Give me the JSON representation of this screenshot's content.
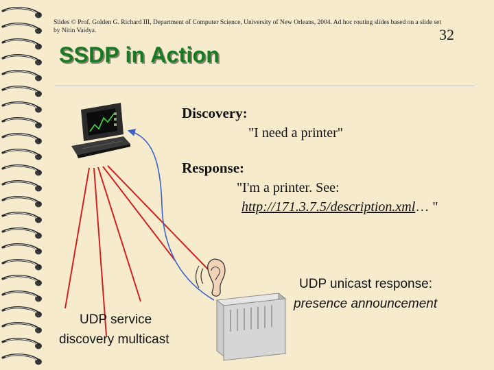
{
  "slide": {
    "credit_line_1": "Slides © Prof. Golden G. Richard III, Department of Computer Science, University of New Orleans, 2004. Ad hoc routing slides based on a slide set",
    "credit_line_2": "by Nitin Vaidya.",
    "number": "32",
    "title": "SSDP in Action"
  },
  "discovery": {
    "heading": "Discovery:",
    "message": "\"I need a printer\""
  },
  "response": {
    "heading": "Response:",
    "line_1": "\"I'm a printer.  See:",
    "url": "http://171.3.7.5/description.xml",
    "suffix": "… \""
  },
  "labels": {
    "multicast_line_1": "UDP service",
    "multicast_line_2": "discovery multicast",
    "unicast_line_1": "UDP unicast response:",
    "unicast_line_2": "presence announcement"
  },
  "icons": [
    "laptop-icon",
    "ear-icon",
    "printer-server-icon",
    "spiral-binding-icon"
  ],
  "colors": {
    "background": "#f6eccd",
    "title": "#1a7a24",
    "multicast_lines": "#d02020",
    "unicast_arrow": "#3a5fc8"
  }
}
